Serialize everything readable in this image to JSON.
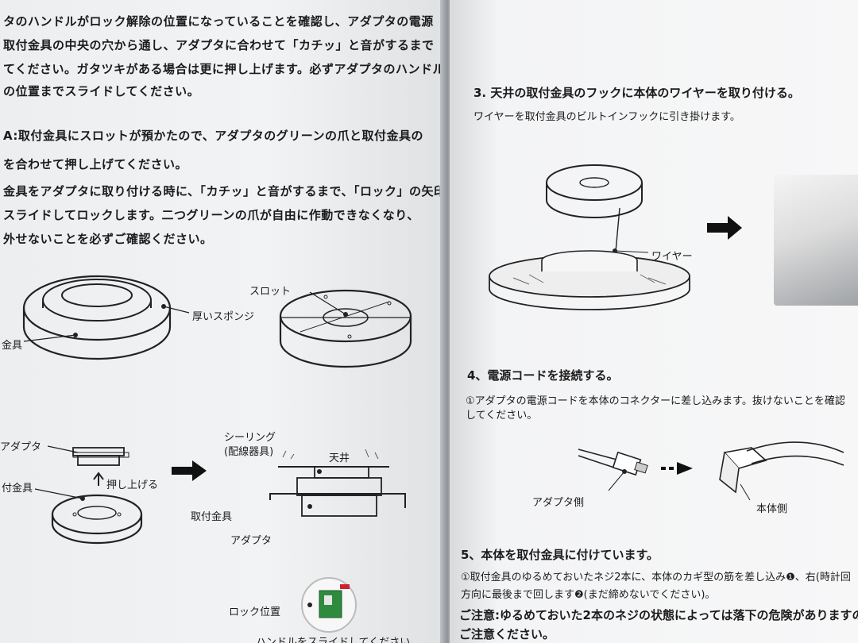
{
  "left": {
    "para1": [
      "タのハンドルがロック解除の位置になっていることを確認し、アダプタの電源",
      "取付金具の中央の穴から通し、アダプタに合わせて「カチッ」と音がするまで",
      "てください。ガタツキがある場合は更に押し上げます。必ずアダプタのハンドル",
      "の位置までスライドしてください。"
    ],
    "para2": [
      "A:取付金具にスロットが預かたので、アダプタのグリーンの爪と取付金具の",
      "を合わせて押し上げてください。"
    ],
    "para3": [
      "金具をアダプタに取り付ける時に、「カチッ」と音がするまで、「ロック」の矢印",
      "スライドしてロックします。二つグリーンの爪が自由に作動できなくなり、",
      "外せないことを必ずご確認ください。"
    ],
    "labels": {
      "sponge": "厚いスポンジ",
      "bracket_top": "金具",
      "slot": "スロット",
      "adapter_left": "アダプタ",
      "bracket_left": "付金具",
      "push_up": "押し上げる",
      "ceiling_ring": "シーリング",
      "wiring": "(配線器具)",
      "ceiling": "天井",
      "bracket_mid": "取付金具",
      "adapter_mid": "アダプタ",
      "lock_pos": "ロック位置",
      "slide_handle": "ハンドルをスライドしてください"
    }
  },
  "right": {
    "step3_title": "3. 天井の取付金具のフックに本体のワイヤーを取り付ける。",
    "step3_text": "ワイヤーを取付金具のビルトインフックに引き掛けます。",
    "wire_label": "ワイヤー",
    "step4_title": "4、電源コードを接続する。",
    "step4_text": [
      "①アダプタの電源コードを本体のコネクターに差し込みます。抜けないことを確認",
      "してください。"
    ],
    "adapter_side": "アダプタ側",
    "body_side": "本体側",
    "step5_title": "5、本体を取付金具に付けています。",
    "step5_text": [
      "①取付金具のゆるめておいたネジ2本に、本体のカギ型の筋を差し込み❶、右(時計回",
      "方向に最後まで回します❷(まだ締めないでください)。"
    ],
    "caution": [
      "ご注意:ゆるめておいた2本のネジの状態によっては落下の危険がありますので十",
      "ご注意ください。"
    ]
  }
}
